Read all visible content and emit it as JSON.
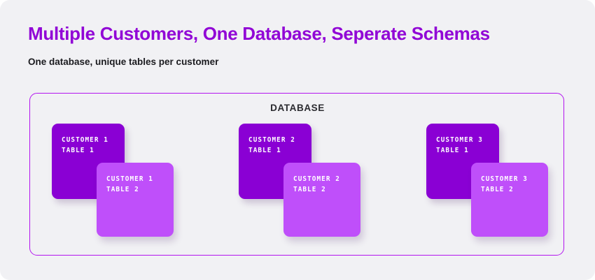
{
  "header": {
    "title": "Multiple Customers, One Database, Seperate Schemas",
    "subtitle": "One database, unique tables per customer"
  },
  "database": {
    "label": "DATABASE",
    "border_color": "#b315ef"
  },
  "colors": {
    "page_background": "#f1f1f4",
    "title_purple": "#9106d6",
    "card_dark_purple": "#8a00d4",
    "card_light_purple": "#bf4ffa",
    "text_dark": "#1b1b1f"
  },
  "customers": [
    {
      "primary": {
        "customer": "CUSTOMER 1",
        "table": "TABLE 1"
      },
      "secondary": {
        "customer": "CUSTOMER 1",
        "table": "TABLE 2"
      }
    },
    {
      "primary": {
        "customer": "CUSTOMER 2",
        "table": "TABLE 1"
      },
      "secondary": {
        "customer": "CUSTOMER 2",
        "table": "TABLE 2"
      }
    },
    {
      "primary": {
        "customer": "CUSTOMER 3",
        "table": "TABLE 1"
      },
      "secondary": {
        "customer": "CUSTOMER 3",
        "table": "TABLE 2"
      }
    }
  ]
}
